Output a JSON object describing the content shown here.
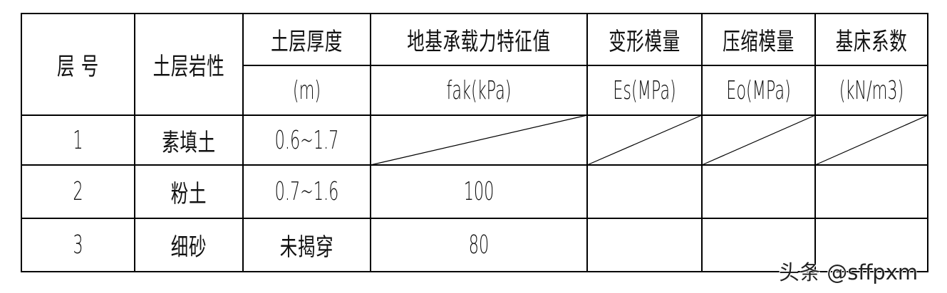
{
  "table": {
    "header": {
      "layer_no": "层  号",
      "soil_type": "土层岩性",
      "thickness": {
        "label": "土层厚度",
        "unit": "(m)"
      },
      "bearing": {
        "label": "地基承载力特征值",
        "unit": "fak(kPa)"
      },
      "deformation": {
        "label": "变形模量",
        "unit": "Es(MPa)"
      },
      "compression": {
        "label": "压缩模量",
        "unit": "Eo(MPa)"
      },
      "subgrade": {
        "label": "基床系数",
        "unit": "(kN/m3)"
      }
    },
    "rows": [
      {
        "no": "1",
        "soil": "素填土",
        "thickness": "0.6~1.7",
        "fak": "",
        "es": "",
        "eo": "",
        "k": "",
        "slashed": true
      },
      {
        "no": "2",
        "soil": "粉土",
        "thickness": "0.7~1.6",
        "fak": "100",
        "es": "",
        "eo": "",
        "k": "",
        "slashed": false
      },
      {
        "no": "3",
        "soil": "细砂",
        "thickness": "未揭穿",
        "fak": "80",
        "es": "",
        "eo": "",
        "k": "",
        "slashed": false
      }
    ]
  },
  "watermark": "头条 @sffpxm",
  "colors": {
    "line": "#000000",
    "background": "#ffffff"
  }
}
